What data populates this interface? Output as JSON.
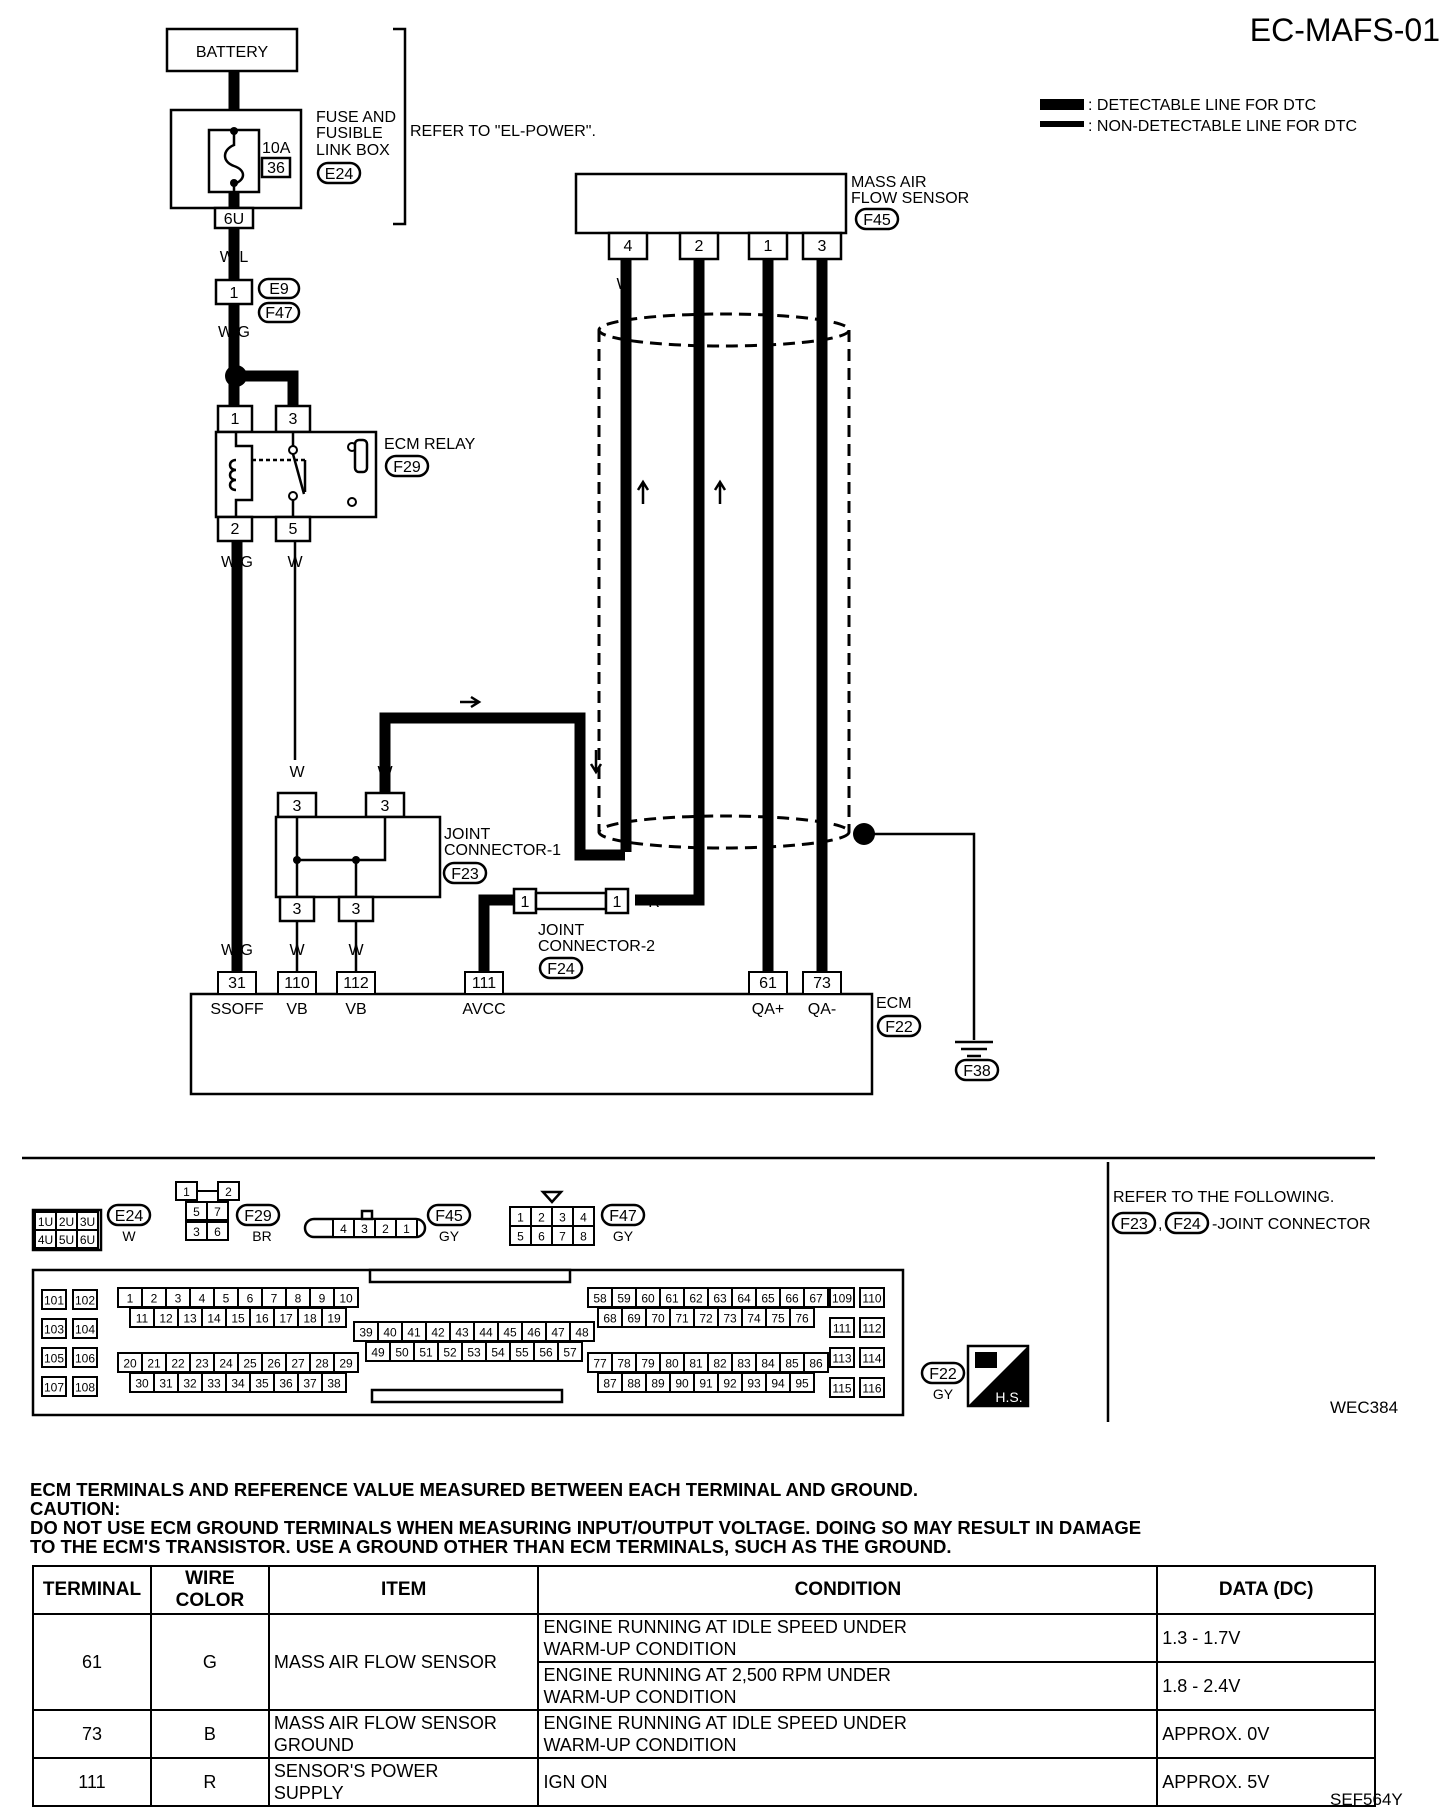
{
  "page": {
    "title": "EC-MAFS-01",
    "figure_id": "WEC384",
    "sheet_id": "SEF564Y"
  },
  "legend": {
    "detectable": ": DETECTABLE LINE FOR DTC",
    "non_detectable": ": NON-DETECTABLE LINE FOR DTC"
  },
  "battery": "BATTERY",
  "fuse_box": {
    "name_line1": "FUSE AND",
    "name_line2": "FUSIBLE",
    "name_line3": "LINK BOX",
    "connector": "E24",
    "fuse_rating": "10A",
    "fuse_no": "36",
    "terminal": "6U",
    "refer": "REFER TO \"EL-POWER\"."
  },
  "wires": {
    "wl": "W/L",
    "wg": "W/G",
    "w": "W",
    "r": "R",
    "g": "G",
    "b": "B"
  },
  "inline_connector": {
    "terminal": "1",
    "conn_a": "E9",
    "conn_b": "F47"
  },
  "ecm_relay": {
    "name": "ECM RELAY",
    "connector": "F29",
    "t1": "1",
    "t2": "2",
    "t3": "3",
    "t5": "5"
  },
  "maf_sensor": {
    "name_line1": "MASS AIR",
    "name_line2": "FLOW SENSOR",
    "connector": "F45",
    "t4": "4",
    "t2": "2",
    "t1": "1",
    "t3": "3"
  },
  "joint1": {
    "name_line1": "JOINT",
    "name_line2": "CONNECTOR-1",
    "connector": "F23",
    "t": "3"
  },
  "joint2": {
    "name_line1": "JOINT",
    "name_line2": "CONNECTOR-2",
    "connector": "F24",
    "t": "1"
  },
  "ecm": {
    "name": "ECM",
    "connector": "F22",
    "ground_connector": "F38",
    "terminals": [
      {
        "no": "31",
        "label": "SSOFF"
      },
      {
        "no": "110",
        "label": "VB"
      },
      {
        "no": "112",
        "label": "VB"
      },
      {
        "no": "111",
        "label": "AVCC"
      },
      {
        "no": "61",
        "label": "QA+"
      },
      {
        "no": "73",
        "label": "QA-"
      }
    ]
  },
  "connector_views": {
    "e24": {
      "id": "E24",
      "color": "W",
      "pins": [
        "1U",
        "2U",
        "3U",
        "4U",
        "5U",
        "6U"
      ]
    },
    "f29": {
      "id": "F29",
      "color": "BR",
      "pins": [
        "1",
        "2",
        "5",
        "7",
        "3",
        "6"
      ]
    },
    "f45": {
      "id": "F45",
      "color": "GY",
      "pins": [
        "4",
        "3",
        "2",
        "1"
      ]
    },
    "f47": {
      "id": "F47",
      "color": "GY",
      "pins": [
        "1",
        "2",
        "3",
        "4",
        "5",
        "6",
        "7",
        "8"
      ]
    },
    "f22": {
      "id": "F22",
      "color": "GY",
      "hs": "H.S."
    },
    "refer_note": "REFER TO THE FOLLOWING.",
    "refer_conn_a": "F23",
    "refer_conn_b": "F24",
    "refer_suffix": "-JOINT CONNECTOR"
  },
  "notes": {
    "line1": "ECM TERMINALS AND REFERENCE VALUE MEASURED BETWEEN EACH TERMINAL AND GROUND.",
    "line2": "CAUTION:",
    "line3": "DO NOT USE ECM GROUND TERMINALS WHEN MEASURING INPUT/OUTPUT VOLTAGE. DOING SO MAY RESULT IN DAMAGE",
    "line4": "TO THE ECM'S TRANSISTOR. USE A GROUND OTHER THAN ECM TERMINALS, SUCH AS THE GROUND."
  },
  "table": {
    "headers": [
      "TERMINAL",
      "WIRE COLOR",
      "ITEM",
      "CONDITION",
      "DATA (DC)"
    ],
    "rows": [
      {
        "terminal": "61",
        "wire": "G",
        "item": "MASS AIR FLOW SENSOR",
        "cond1": "ENGINE RUNNING AT IDLE SPEED UNDER",
        "cond2": "WARM-UP CONDITION",
        "data1": "1.3 - 1.7V",
        "cond3": "ENGINE RUNNING AT 2,500 RPM UNDER",
        "cond4": "WARM-UP CONDITION",
        "data2": "1.8 - 2.4V"
      },
      {
        "terminal": "73",
        "wire": "B",
        "item1": "MASS AIR FLOW SENSOR",
        "item2": "GROUND",
        "cond1": "ENGINE RUNNING AT IDLE SPEED UNDER",
        "cond2": "WARM-UP CONDITION",
        "data": "APPROX. 0V"
      },
      {
        "terminal": "111",
        "wire": "R",
        "item1": "SENSOR'S POWER",
        "item2": "SUPPLY",
        "cond": "IGN ON",
        "data": "APPROX. 5V"
      }
    ]
  }
}
